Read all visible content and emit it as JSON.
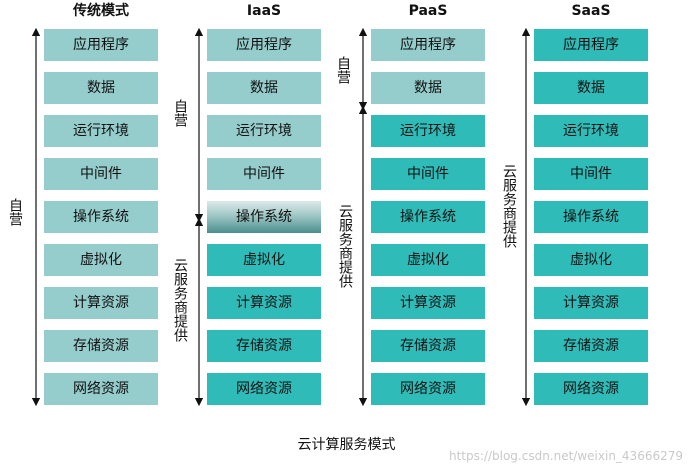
{
  "columns": [
    {
      "title": "传统模式",
      "rows": [
        "应用程序",
        "数据",
        "运行环境",
        "中间件",
        "操作系统",
        "虚拟化",
        "计算资源",
        "存储资源",
        "网络资源"
      ],
      "styles": [
        "light",
        "light",
        "light",
        "light",
        "light",
        "light",
        "light",
        "light",
        "light"
      ],
      "labels": [
        "自营"
      ]
    },
    {
      "title": "IaaS",
      "rows": [
        "应用程序",
        "数据",
        "运行环境",
        "中间件",
        "操作系统",
        "虚拟化",
        "计算资源",
        "存储资源",
        "网络资源"
      ],
      "styles": [
        "light",
        "light",
        "light",
        "light",
        "grad",
        "dark",
        "dark",
        "dark",
        "dark"
      ],
      "labels": [
        "自营",
        "云服务商提供"
      ]
    },
    {
      "title": "PaaS",
      "rows": [
        "应用程序",
        "数据",
        "运行环境",
        "中间件",
        "操作系统",
        "虚拟化",
        "计算资源",
        "存储资源",
        "网络资源"
      ],
      "styles": [
        "light",
        "light",
        "dark",
        "dark",
        "dark",
        "dark",
        "dark",
        "dark",
        "dark"
      ],
      "labels": [
        "自营",
        "云服务商提供"
      ]
    },
    {
      "title": "SaaS",
      "rows": [
        "应用程序",
        "数据",
        "运行环境",
        "中间件",
        "操作系统",
        "虚拟化",
        "计算资源",
        "存储资源",
        "网络资源"
      ],
      "styles": [
        "dark",
        "dark",
        "dark",
        "dark",
        "dark",
        "dark",
        "dark",
        "dark",
        "dark"
      ],
      "labels": [
        "云服务商提供"
      ]
    }
  ],
  "caption": "云计算服务模式",
  "watermark": "https://blog.csdn.net/weixin_43666279",
  "colors": {
    "light": "#95cccc",
    "dark": "#2fbcb8",
    "arrow": "#111111"
  }
}
